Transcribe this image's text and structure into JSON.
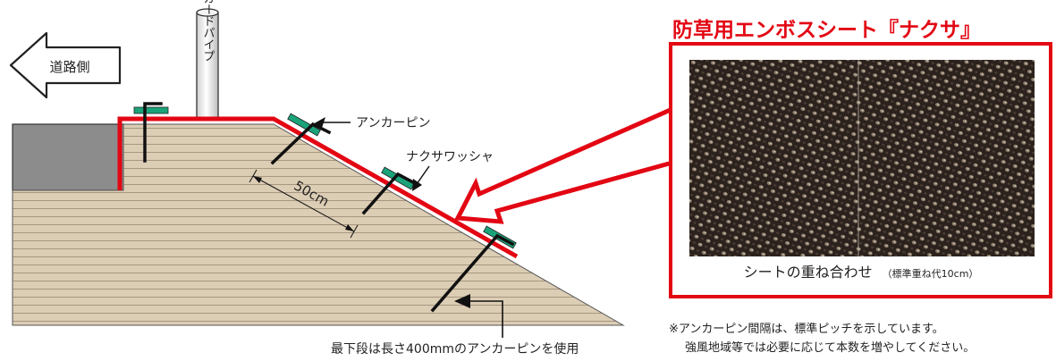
{
  "title": "防草用エンボスシート『ナクサ』",
  "labels": {
    "road_side": "道路側",
    "guard_pipe": "ガードパイプ",
    "anchor_pin": "アンカーピン",
    "washer": "ナクサワッシャ",
    "spacing": "50cm",
    "bottom_note": "最下段は長さ400mmのアンカーピンを使用",
    "overlap_caption": "シートの重ね合わせ",
    "overlap_note": "（標準重ね代10cm）",
    "footnote_line1": "※アンカーピン間隔は、標準ピッチを示しています。",
    "footnote_line2": "強風地域等では必要に応じて本数を増やしてください。"
  },
  "colors": {
    "sheet_red": "#e30613",
    "washer_green": "#1aa37a",
    "soil": "#dccdb5",
    "soil_line": "#a79780",
    "road_gray": "#8c8c8c",
    "pin_black": "#111111"
  }
}
